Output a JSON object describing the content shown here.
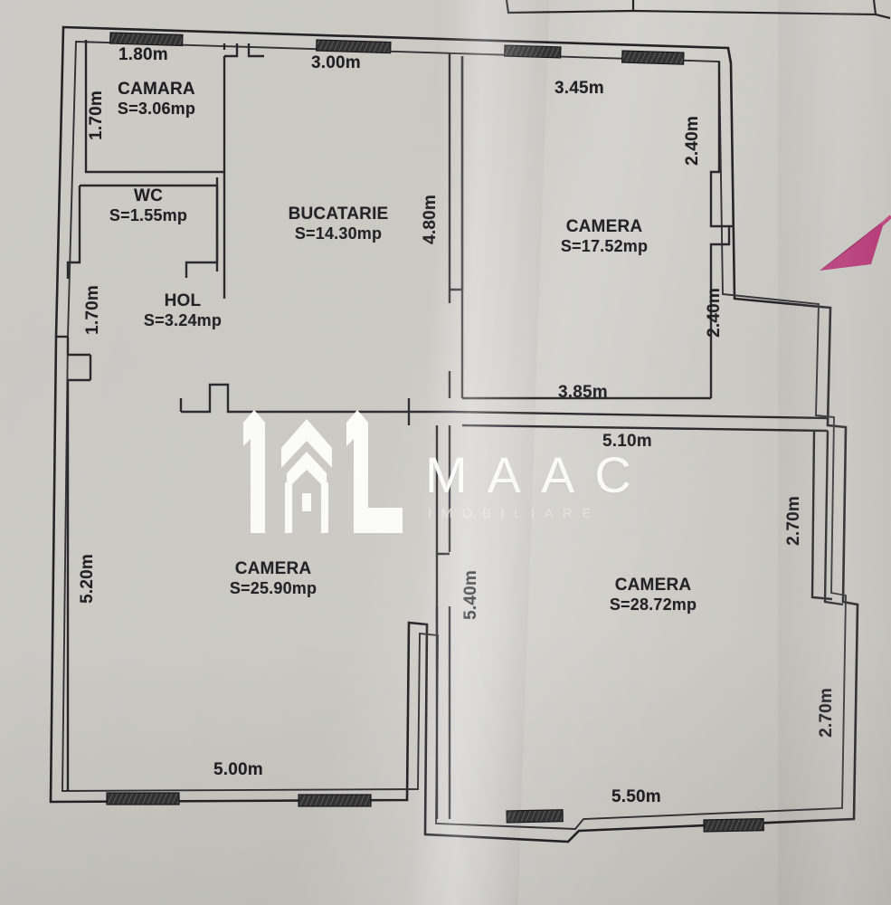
{
  "document": {
    "type": "floor-plan-scan",
    "language": "ro",
    "paper_color": "#c9c8c2",
    "ink_color": "#1b1b1f"
  },
  "rooms": [
    {
      "id": "camara",
      "name": "CAMARA",
      "area_label": "S=3.06mp",
      "area_value": 3.06
    },
    {
      "id": "wc",
      "name": "WC",
      "area_label": "S=1.55mp",
      "area_value": 1.55
    },
    {
      "id": "bucatarie",
      "name": "BUCATARIE",
      "area_label": "S=14.30mp",
      "area_value": 14.3
    },
    {
      "id": "camera-nord",
      "name": "CAMERA",
      "area_label": "S=17.52mp",
      "area_value": 17.52
    },
    {
      "id": "hol",
      "name": "HOL",
      "area_label": "S=3.24mp",
      "area_value": 3.24
    },
    {
      "id": "camera-sv",
      "name": "CAMERA",
      "area_label": "S=25.90mp",
      "area_value": 25.9
    },
    {
      "id": "camera-se",
      "name": "CAMERA",
      "area_label": "S=28.72mp",
      "area_value": 28.72
    }
  ],
  "dimensions": {
    "camara_width": "1.80m",
    "camara_height": "1.70m",
    "bucatarie_width": "3.00m",
    "bucatarie_height": "4.80m",
    "camera_nord_width": "3.45m",
    "camera_nord_r1": "2.40m",
    "camera_nord_r2": "2.40m",
    "camera_nord_bottom": "3.85m",
    "hol_height": "1.70m",
    "camera_sv_left": "5.20m",
    "camera_sv_bottom": "5.00m",
    "camera_se_top": "5.10m",
    "camera_se_left": "5.40m",
    "camera_se_bottom": "5.50m",
    "camera_se_r1": "2.70m",
    "camera_se_r2": "2.70m"
  },
  "watermark": {
    "brand": "MAAC",
    "tagline": "IMOBILIARE",
    "color": "#fdfdfb",
    "logo_icon": "house-monogram-icon"
  },
  "annotations": {
    "pointer_arrow": {
      "icon": "arrow-pointer-icon",
      "color": "#b4226b",
      "direction": "down-left"
    }
  },
  "symbols": {
    "window": "window-hatch-symbol",
    "wall": "wall-line",
    "door_opening": "door-gap"
  }
}
